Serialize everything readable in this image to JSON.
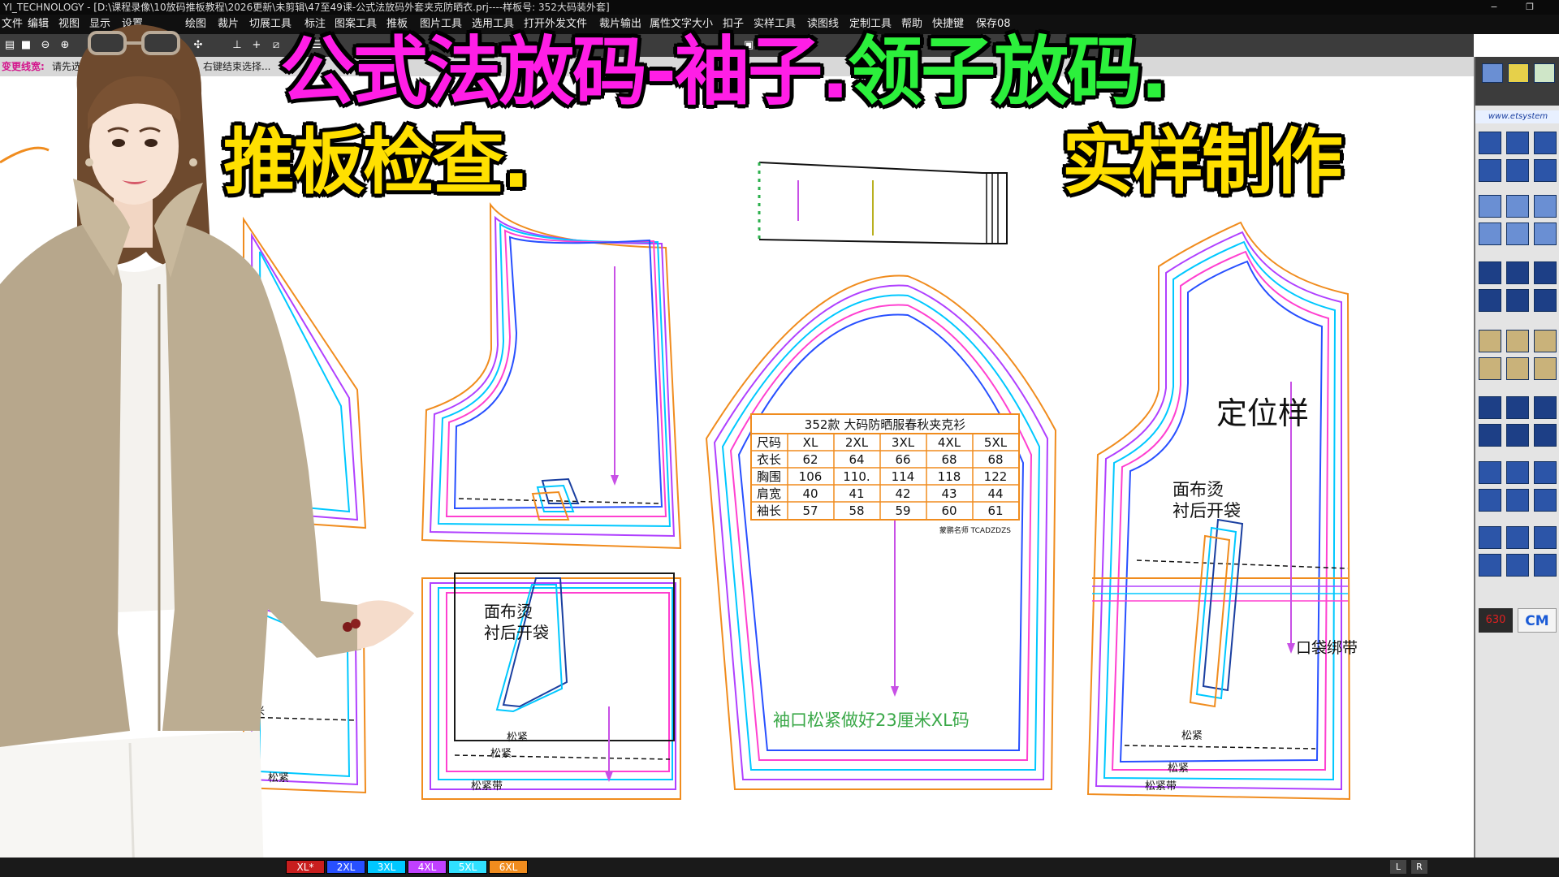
{
  "window": {
    "title": "YI_TECHNOLOGY - [D:\\课程录像\\10放码推板教程\\2026更新\\未剪辑\\47至49课-公式法放码外套夹克防晒衣.prj----样板号: 352大码装外套]",
    "minimize": "−",
    "restore": "❐"
  },
  "menu": [
    "文件",
    "编辑",
    "视图",
    "显示",
    "设置",
    "绘图",
    "裁片",
    "切展工具",
    "标注",
    "图案工具",
    "推板",
    "图片工具",
    "选用工具",
    "打开外发文件",
    "裁片输出",
    "属性文字大小",
    "扣子",
    "实样工具",
    "读图线",
    "定制工具",
    "帮助",
    "快捷键",
    "保存08"
  ],
  "status": {
    "label": "变更线宽:",
    "hint": "请先选择",
    "hint2": "右键结束选择..."
  },
  "headline": {
    "part1": "公式法放码-袖子.",
    "part2": "领子放码.",
    "part3": "推板检查.",
    "part4": "实样制作"
  },
  "colors": {
    "magenta": "#ff1ee6",
    "green": "#2cf03c",
    "yellow": "#ffe000",
    "outline_orange": "#f08c1e",
    "line_blue": "#2850ff",
    "line_cyan": "#00c8ff",
    "line_purple": "#b040ff",
    "line_magenta": "#ff40d0",
    "grain_violet": "#c850e6"
  },
  "spec_table": {
    "title": "352款   大码防晒服春秋夹克衫",
    "headers": [
      "尺码",
      "XL",
      "2XL",
      "3XL",
      "4XL",
      "5XL"
    ],
    "rows": [
      [
        "衣长",
        "62",
        "64",
        "66",
        "68",
        "68"
      ],
      [
        "胸围",
        "106",
        "110.",
        "114",
        "118",
        "122"
      ],
      [
        "肩宽",
        "40",
        "41",
        "42",
        "43",
        "44"
      ],
      [
        "袖长",
        "57",
        "58",
        "59",
        "60",
        "61"
      ]
    ],
    "signature": "蒙鹏名师 TCADZDZS"
  },
  "annotations": {
    "sleeve_note": "袖口松紧做好23厘米XL码",
    "position_sample": "定位样",
    "fabric_iron_1": "面布烫",
    "lining_pocket_1": "衬后开袋",
    "fabric_iron_2": "面布烫",
    "lining_pocket_2": "衬后开袋",
    "pocket_binding": "口袋绑带",
    "elastic": "松紧",
    "elastic_band": "松紧带",
    "left_cm": "厘米"
  },
  "right_panel": {
    "url": "www.etsystem",
    "counter": "630",
    "unit": "CM"
  },
  "sizes": [
    {
      "label": "XL*",
      "color": "#c81e1e",
      "text": "#ffffff"
    },
    {
      "label": "2XL",
      "color": "#2850ff",
      "text": "#ffffff"
    },
    {
      "label": "3XL",
      "color": "#00c8ff",
      "text": "#ffffff"
    },
    {
      "label": "4XL",
      "color": "#c040ff",
      "text": "#ffffff"
    },
    {
      "label": "5XL",
      "color": "#30e0ff",
      "text": "#ffffff"
    },
    {
      "label": "6XL",
      "color": "#f08c1e",
      "text": "#ffffff"
    }
  ],
  "nav": {
    "left": "L",
    "right": "R"
  }
}
